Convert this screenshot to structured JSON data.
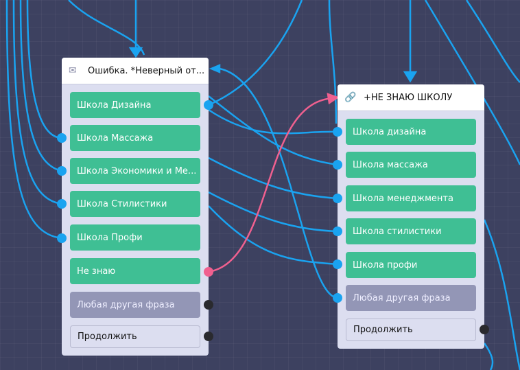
{
  "left_node": {
    "title": "Ошибка. *Неверный от...",
    "icon": "envelope-icon",
    "buttons": [
      "Школа Дизайна",
      "Школа Массажа",
      "Школа Экономики и Ме...",
      "Школа Стилистики",
      "Школа Профи",
      "Не знаю",
      "Любая другая фраза",
      "Продолжить"
    ]
  },
  "right_node": {
    "title": "+НЕ ЗНАЮ ШКОЛУ",
    "icon": "link-icon",
    "buttons": [
      "Школа дизайна",
      "Школа массажа",
      "Школа менеджмента",
      "Школа стилистики",
      "Школа профи",
      "Любая другая фраза",
      "Продолжить"
    ]
  },
  "colors": {
    "wire": "#1aa3f0",
    "highlight": "#f0608f",
    "button": "#3fbf94"
  }
}
